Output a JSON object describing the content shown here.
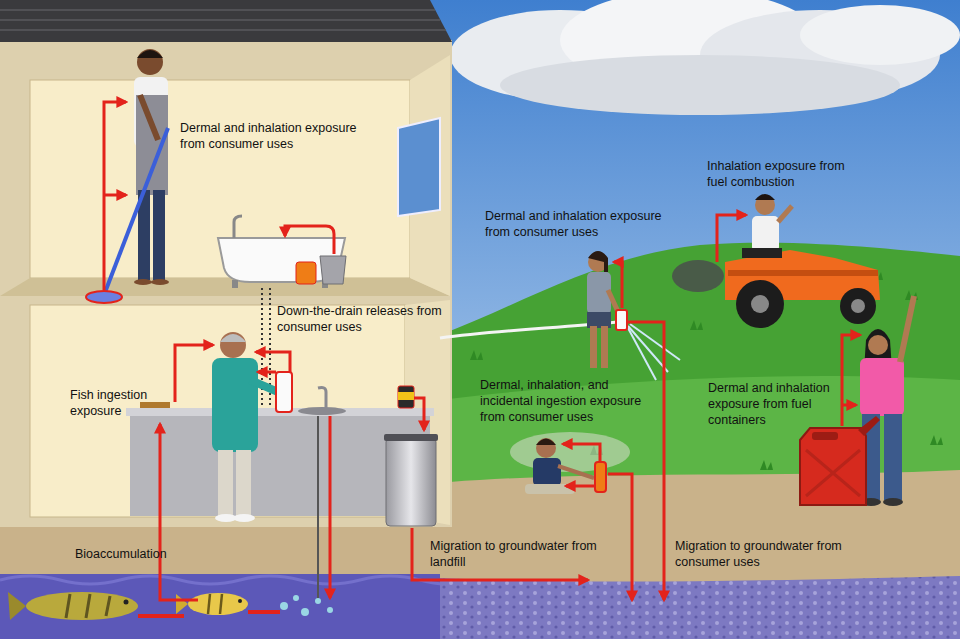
{
  "diagram": {
    "labels": [
      "Dermal and inhalation exposure from consumer uses",
      "Down-the-drain releases from consumer uses",
      "Fish ingestion exposure",
      "Bioaccumulation",
      "Migration to groundwater from landfill",
      "Dermal and inhalation exposure from consumer uses",
      "Inhalation exposure from fuel combustion",
      "Dermal, inhalation, and incidental ingestion exposure from consumer uses",
      "Dermal and inhalation exposure from fuel containers",
      "Migration to groundwater from consumer uses"
    ]
  }
}
